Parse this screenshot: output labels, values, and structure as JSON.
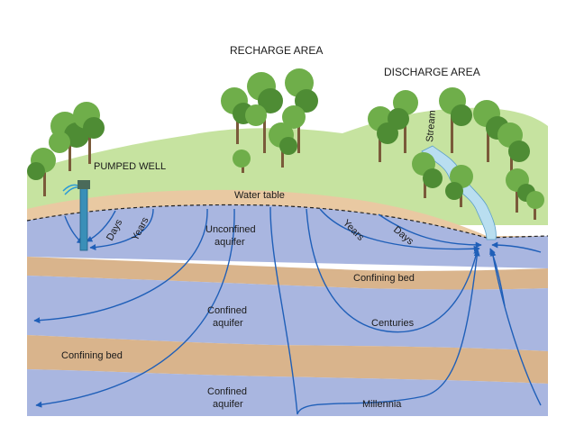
{
  "labels": {
    "recharge_area": "RECHARGE AREA",
    "discharge_area": "DISCHARGE AREA",
    "pumped_well": "PUMPED WELL",
    "stream": "Stream",
    "water_table": "Water table",
    "days_left": "Days",
    "years_left": "Years",
    "years_right": "Years",
    "days_right": "Days",
    "unconfined_aquifer_line1": "Unconfined",
    "unconfined_aquifer_line2": "aquifer",
    "confining_bed_upper": "Confining bed",
    "confined_aquifer_upper_line1": "Confined",
    "confined_aquifer_upper_line2": "aquifer",
    "centuries": "Centuries",
    "confining_bed_lower": "Confining bed",
    "confined_aquifer_lower_line1": "Confined",
    "confined_aquifer_lower_line2": "aquifer",
    "millennia": "Millennia"
  },
  "colors": {
    "sky": "#ffffff",
    "land": "#c6e3a0",
    "tree_canopy": "#6fae4a",
    "tree_dark": "#4e8c34",
    "trunk": "#7a5a3a",
    "unsaturated_zone": "#e9c9a2",
    "aquifer": "#a9b6e0",
    "confining_bed": "#d9b48c",
    "flow_line": "#1f5fb8",
    "stream": "#b9def0",
    "well": "#3a8fb8"
  }
}
